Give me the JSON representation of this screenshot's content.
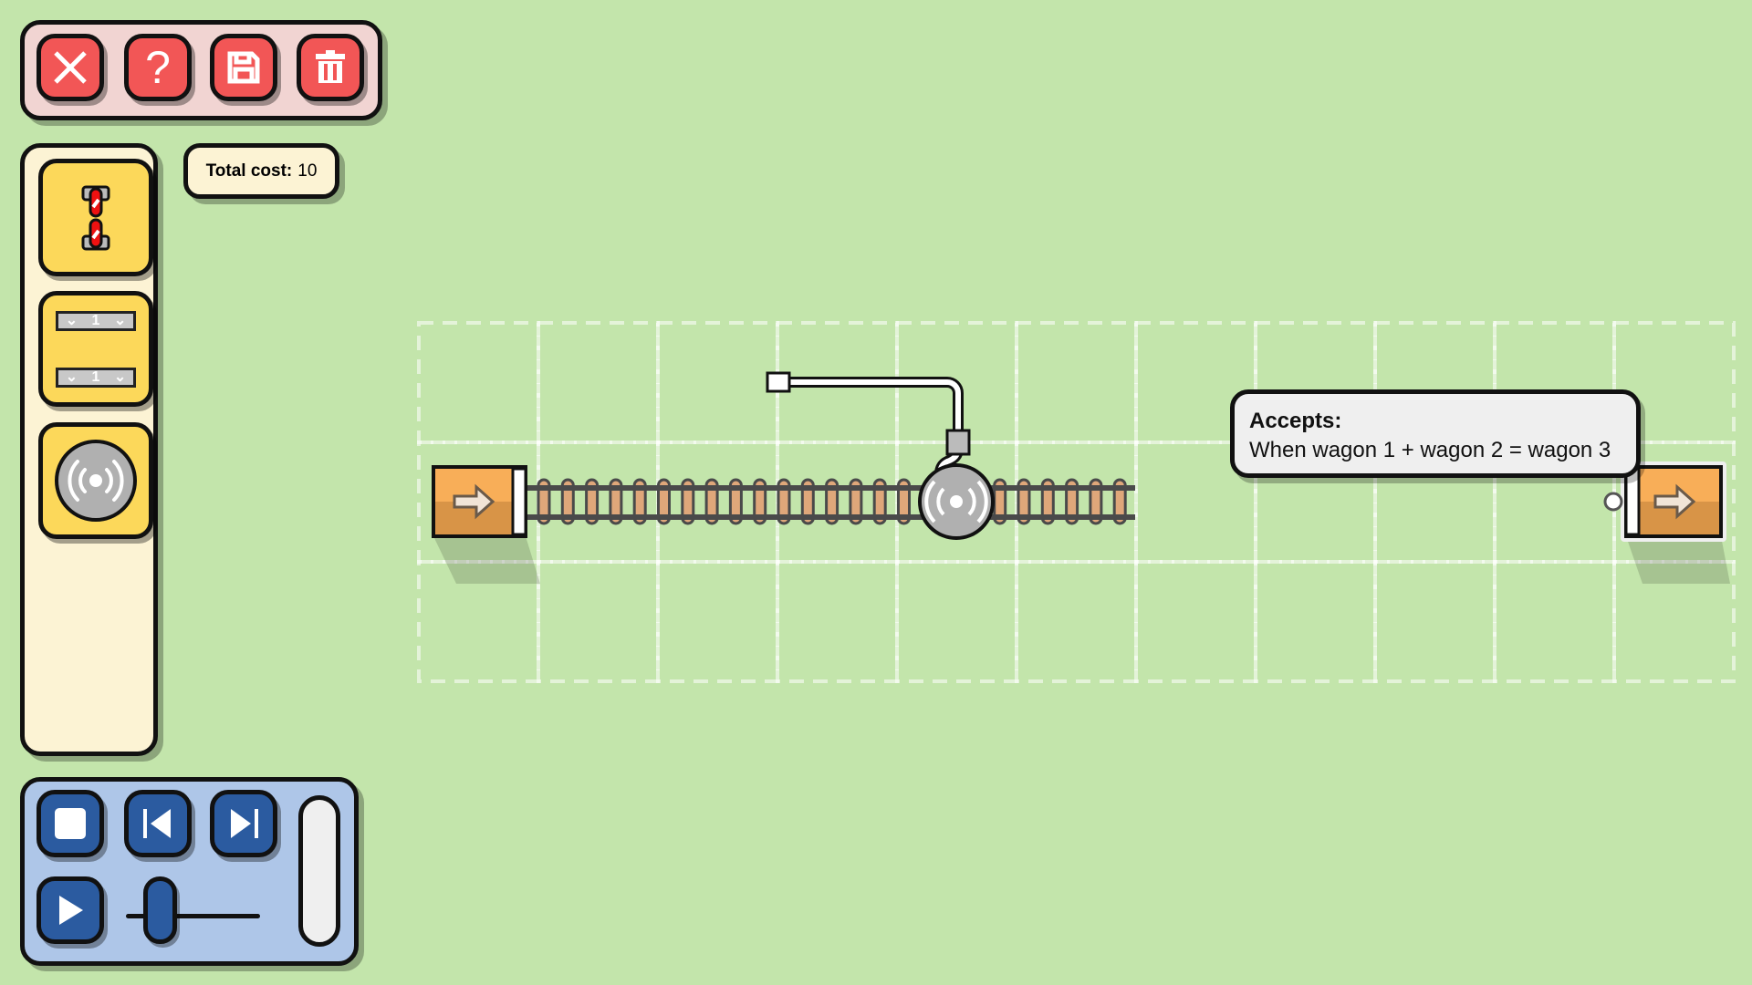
{
  "toolbar": {
    "buttons": [
      {
        "name": "close",
        "icon": "close-icon"
      },
      {
        "name": "help",
        "icon": "question-icon",
        "glyph": "?"
      },
      {
        "name": "save",
        "icon": "save-icon"
      },
      {
        "name": "delete",
        "icon": "trash-icon"
      }
    ]
  },
  "cost": {
    "label": "Total cost:",
    "value": "10"
  },
  "palette": {
    "items": [
      {
        "name": "barrier"
      },
      {
        "name": "selector",
        "top_value": "1",
        "bottom_value": "1"
      },
      {
        "name": "sensor"
      }
    ]
  },
  "tooltip": {
    "title": "Accepts:",
    "text": "When wagon 1 + wagon 2 = wagon 3"
  },
  "playback": {
    "speed_fraction": 0.25
  },
  "colors": {
    "bg": "#c3e5ab",
    "red": "#f25656",
    "blue": "#2b5ba0",
    "yellow": "#fcd85a",
    "orange": "#f8ae58",
    "tie": "#dfa77a"
  }
}
